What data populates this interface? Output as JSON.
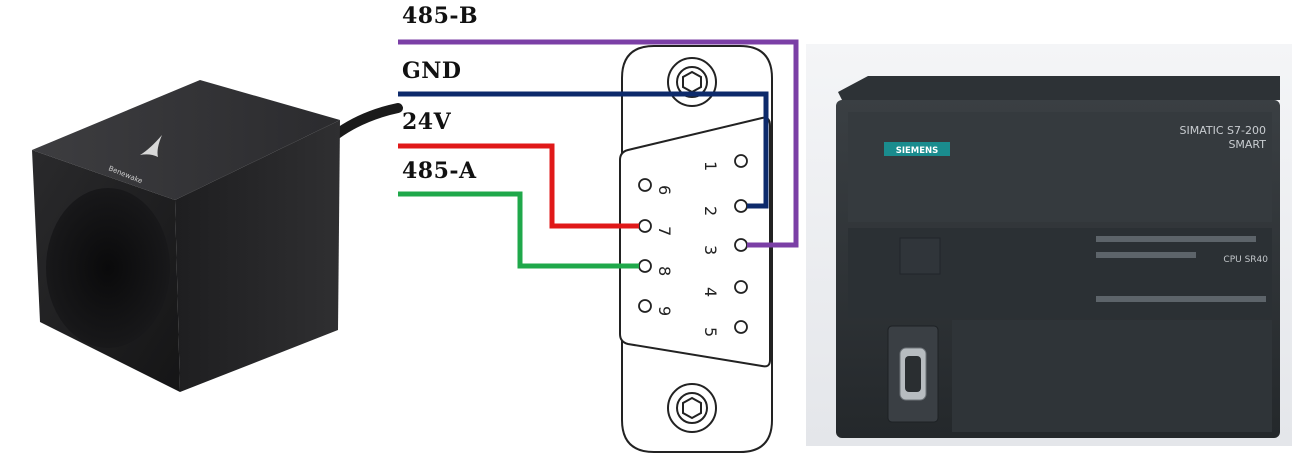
{
  "wires": {
    "b485": {
      "label": "485-B",
      "color": "#7b3fa6"
    },
    "gnd": {
      "label": "GND",
      "color": "#0d2a6b"
    },
    "v24": {
      "label": "24V",
      "color": "#e01919"
    },
    "a485": {
      "label": "485-A",
      "color": "#1fa84a"
    }
  },
  "connector": {
    "pins_right": [
      "1",
      "2",
      "3",
      "4",
      "5"
    ],
    "pins_left": [
      "6",
      "7",
      "8",
      "9"
    ]
  },
  "sensor": {
    "brand": "Benewake"
  },
  "plc": {
    "brand": "SIEMENS",
    "model_line1": "SIMATIC S7-200",
    "model_line2": "SMART",
    "cpu": "CPU SR40"
  }
}
